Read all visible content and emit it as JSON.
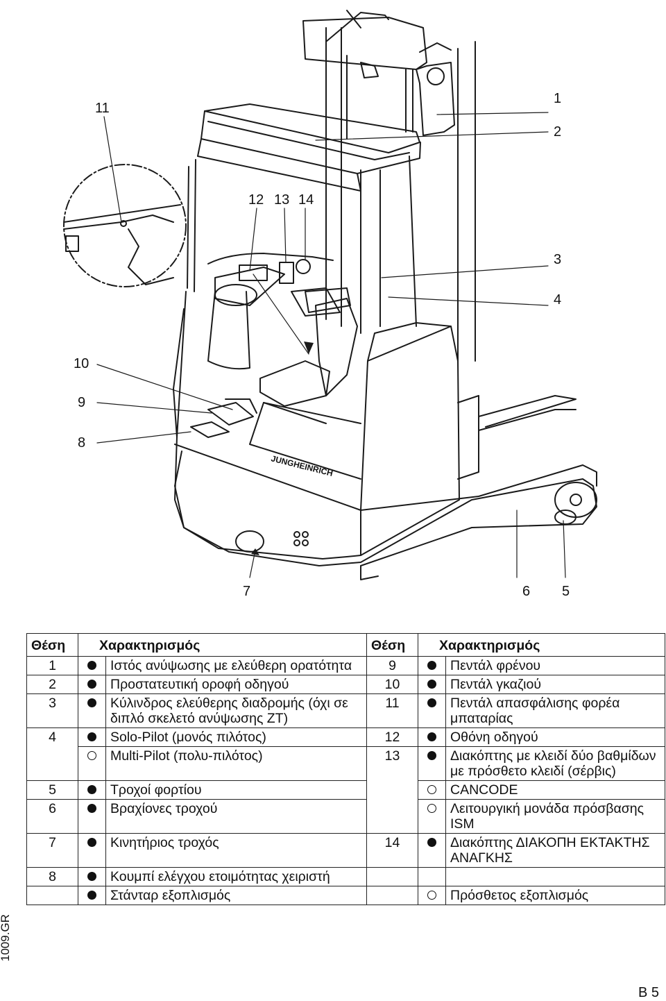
{
  "figure": {
    "brand": "JUNGHEINRICH",
    "callouts": {
      "c1": "1",
      "c2": "2",
      "c3": "3",
      "c4": "4",
      "c5": "5",
      "c6": "6",
      "c7": "7",
      "c8": "8",
      "c9": "9",
      "c10": "10",
      "c11": "11",
      "c12": "12",
      "c13": "13",
      "c14": "14"
    }
  },
  "table": {
    "headers": {
      "pos_left": "Θέση",
      "desc_left": "Χαρακτηρισμός",
      "pos_right": "Θέση",
      "desc_right": "Χαρακτηρισμός"
    },
    "left": {
      "r1": {
        "num": "1",
        "text": "Ιστός ανύψωσης με ελεύθερη ορατότητα"
      },
      "r2": {
        "num": "2",
        "text": "Προστατευτική οροφή οδηγού"
      },
      "r3": {
        "num": "3",
        "text": "Κύλινδρος ελεύθερης διαδρομής (όχι σε διπλό σκελετό ανύψωσης ZT)"
      },
      "r4": {
        "num": "4",
        "text": "Solo-Pilot (μονός πιλότος)"
      },
      "r4b": {
        "num": "",
        "text": "Multi-Pilot (πολυ-πιλότος)"
      },
      "r5": {
        "num": "5",
        "text": "Τροχοί φορτίου"
      },
      "r6": {
        "num": "6",
        "text": "Βραχίονες τροχού"
      },
      "r7": {
        "num": "7",
        "text": "Κινητήριος τροχός"
      },
      "r8": {
        "num": "8",
        "text": "Κουμπί ελέγχου ετοιμότητας χειριστή"
      }
    },
    "right": {
      "r9": {
        "num": "9",
        "text": "Πεντάλ φρένου"
      },
      "r10": {
        "num": "10",
        "text": "Πεντάλ γκαζιού"
      },
      "r11": {
        "num": "11",
        "text": "Πεντάλ απασφάλισης φορέα μπαταρίας"
      },
      "r12": {
        "num": "12",
        "text": "Οθόνη οδηγού"
      },
      "r13": {
        "num": "13",
        "text": "Διακόπτης με κλειδί δύο βαθμίδων με πρόσθετο κλειδί (σέρβις)"
      },
      "r13b": {
        "num": "",
        "text": "CANCODE"
      },
      "r13c": {
        "num": "",
        "text": "Λειτουργική μονάδα πρόσβασης ISM"
      },
      "r14": {
        "num": "14",
        "text": "Διακόπτης ΔΙΑΚΟΠΗ ΕΚΤΑΚΤΗΣ ΑΝΑΓΚΗΣ"
      }
    },
    "legend": {
      "standard": "Στάνταρ εξοπλισμός",
      "optional": "Πρόσθετος εξοπλισμός"
    }
  },
  "side_code": "1009.GR",
  "page_number": "B 5"
}
